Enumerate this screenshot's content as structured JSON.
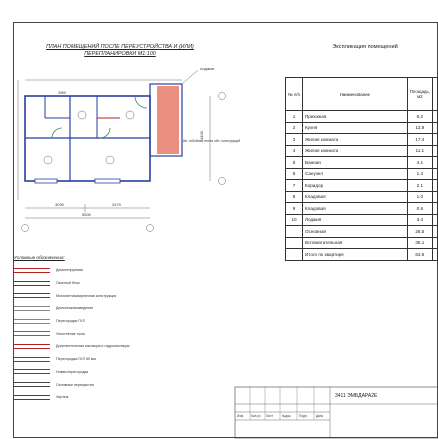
{
  "sheet": {
    "plan_title_line1": "ПЛАН ПОМЕЩЕНИЙ ПОСЛЕ ПЕРЕУСТРОЙСТВА И (ИЛИ)",
    "plan_title_line2": "ПЕРЕПЛАНИРОВКИ М1:100",
    "explication_title": "Экспликация помещений",
    "stamp_code": "3411 ЭМБДАРА2Е"
  },
  "plan": {
    "label_balcony": "лоджия",
    "label_side": "3950",
    "dim_bottom_1": "3030",
    "dim_bottom_2": "2470",
    "dim_total": "5500",
    "dim_right": "4400",
    "note": "Шт. отбойная лента обл. конструкций"
  },
  "explication": {
    "col_num": "№ п/п",
    "col_name": "Наименование",
    "col_area": "Площадь, м2",
    "rows": [
      {
        "n": "1",
        "name": "Прихожая",
        "area": "8.2"
      },
      {
        "n": "2",
        "name": "Кухня",
        "area": "13.9"
      },
      {
        "n": "3",
        "name": "Жилая комната",
        "area": "17.4"
      },
      {
        "n": "4",
        "name": "Жилая комната",
        "area": "11.1"
      },
      {
        "n": "5",
        "name": "Ванная",
        "area": "4.1"
      },
      {
        "n": "6",
        "name": "Санузел",
        "area": "1.4"
      },
      {
        "n": "7",
        "name": "Коридор",
        "area": "2.1"
      },
      {
        "n": "8",
        "name": "Кладовая",
        "area": "1.0"
      },
      {
        "n": "9",
        "name": "Кладовая",
        "area": "0.5"
      },
      {
        "n": "10",
        "name": "Лоджия",
        "area": "3.4"
      },
      {
        "n": "",
        "name": "Основная",
        "area": "28.5"
      },
      {
        "n": "",
        "name": "Вспомогательная",
        "area": "35.1"
      },
      {
        "n": "",
        "name": "Итого по квартире",
        "area": "63.6"
      }
    ]
  },
  "legend": {
    "title": "Условные обозначения:",
    "items": [
      {
        "label": "Демонтируемая",
        "color": "#b22222"
      },
      {
        "label": "Оконный блок",
        "color": "#2a3fa0"
      },
      {
        "label": "Монолитная/кирпичная конструкция",
        "color": "#2a3fa0"
      },
      {
        "label": "Демонтаж/возведение",
        "color": "#888888"
      },
      {
        "label": "Перегородки ГКЛ",
        "color": "#888888"
      },
      {
        "label": "Уплотнение пола",
        "color": "#2e8b57"
      },
      {
        "label": "Дополнительная изоляция и гидроизоляция",
        "color": "#b22222"
      },
      {
        "label": "Перегородка ГКЛ 80 мм",
        "color": "#b22222"
      },
      {
        "label": "Новая перегородка",
        "color": "#b22222"
      },
      {
        "label": "Основные перекрытия",
        "color": "#444444"
      },
      {
        "label": "Чертеж",
        "color": "#444444"
      }
    ]
  },
  "stamp": {
    "headers": [
      "Изм.",
      "Кол.уч",
      "Лист",
      "№док.",
      "Подп.",
      "Дата"
    ]
  }
}
